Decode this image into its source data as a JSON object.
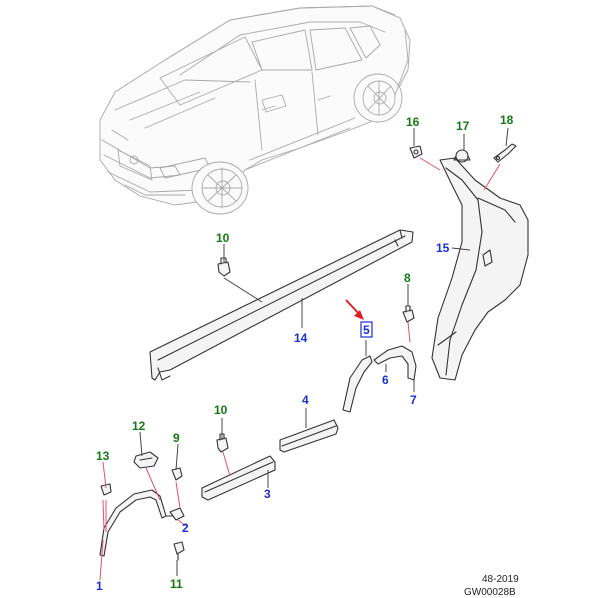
{
  "diagram": {
    "callouts": [
      {
        "id": "1",
        "text": "1",
        "color": "blue"
      },
      {
        "id": "2",
        "text": "2",
        "color": "blue"
      },
      {
        "id": "3",
        "text": "3",
        "color": "blue"
      },
      {
        "id": "4",
        "text": "4",
        "color": "blue"
      },
      {
        "id": "5",
        "text": "5",
        "color": "blue",
        "highlighted": true
      },
      {
        "id": "6",
        "text": "6",
        "color": "blue"
      },
      {
        "id": "7",
        "text": "7",
        "color": "blue"
      },
      {
        "id": "8",
        "text": "8",
        "color": "green"
      },
      {
        "id": "9",
        "text": "9",
        "color": "green"
      },
      {
        "id": "10a",
        "text": "10",
        "color": "green"
      },
      {
        "id": "10b",
        "text": "10",
        "color": "green"
      },
      {
        "id": "11",
        "text": "11",
        "color": "green"
      },
      {
        "id": "12",
        "text": "12",
        "color": "green"
      },
      {
        "id": "13",
        "text": "13",
        "color": "green"
      },
      {
        "id": "14",
        "text": "14",
        "color": "blue"
      },
      {
        "id": "15",
        "text": "15",
        "color": "blue"
      },
      {
        "id": "16",
        "text": "16",
        "color": "green"
      },
      {
        "id": "17",
        "text": "17",
        "color": "green"
      },
      {
        "id": "18",
        "text": "18",
        "color": "green"
      }
    ],
    "footer": {
      "date": "48-2019",
      "code": "GW00028B"
    }
  },
  "colors": {
    "blue": "#1a2fd6",
    "green": "#137a13",
    "arrow": "#e02020",
    "highlight_box": "#1a2fd6"
  }
}
